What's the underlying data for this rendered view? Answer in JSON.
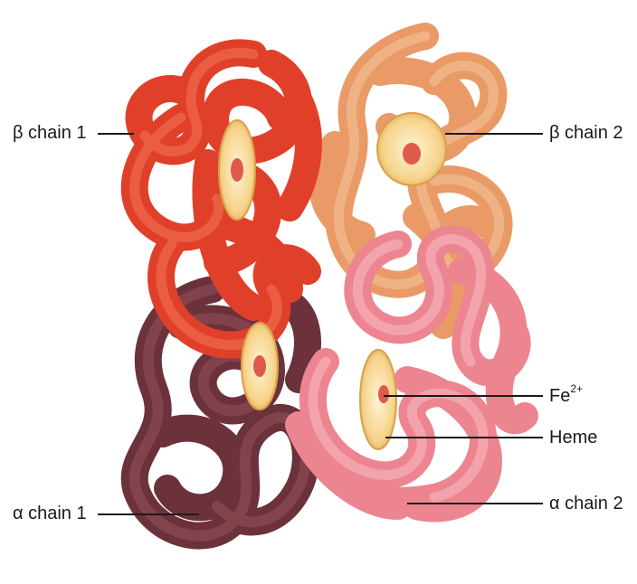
{
  "labels": {
    "beta1": "β chain 1",
    "beta2": "β chain 2",
    "alpha1": "α chain 1",
    "alpha2": "α chain 2",
    "fe_base": "Fe",
    "fe_charge": "2+",
    "heme": "Heme"
  },
  "colors": {
    "beta1": "#e8432a",
    "beta2": "#e99a6a",
    "alpha1": "#7a3f48",
    "alpha2": "#ee8c96",
    "heme_disc": "#f6d38a",
    "heme_edge": "#d9a04a",
    "iron": "#e05a4a"
  }
}
